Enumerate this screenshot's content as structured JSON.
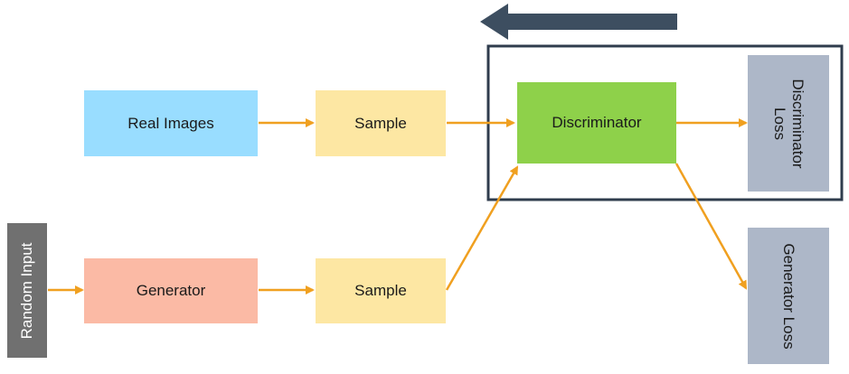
{
  "nodes": {
    "real_images": {
      "label": "Real Images",
      "color": "#99ddff"
    },
    "sample_top": {
      "label": "Sample",
      "color": "#fde7a3"
    },
    "discriminator": {
      "label": "Discriminator",
      "color": "#8ed14a"
    },
    "discriminator_loss": {
      "line1": "Discriminator",
      "line2": "Loss",
      "color": "#adb7c8"
    },
    "random_input": {
      "label": "Random Input",
      "color": "#707070"
    },
    "generator": {
      "label": "Generator",
      "color": "#fbbaa5"
    },
    "sample_bottom": {
      "label": "Sample",
      "color": "#fde7a3"
    },
    "generator_loss": {
      "label": "Generator Loss",
      "color": "#adb7c8"
    }
  },
  "colors": {
    "arrow": "#f0a020",
    "frame": "#2f3c4d",
    "backprop_arrow": "#3d4e60"
  },
  "edges": [
    {
      "from": "real_images",
      "to": "sample_top"
    },
    {
      "from": "sample_top",
      "to": "discriminator"
    },
    {
      "from": "discriminator",
      "to": "discriminator_loss"
    },
    {
      "from": "random_input",
      "to": "generator"
    },
    {
      "from": "generator",
      "to": "sample_bottom"
    },
    {
      "from": "sample_bottom",
      "to": "discriminator"
    },
    {
      "from": "discriminator",
      "to": "generator_loss"
    }
  ]
}
